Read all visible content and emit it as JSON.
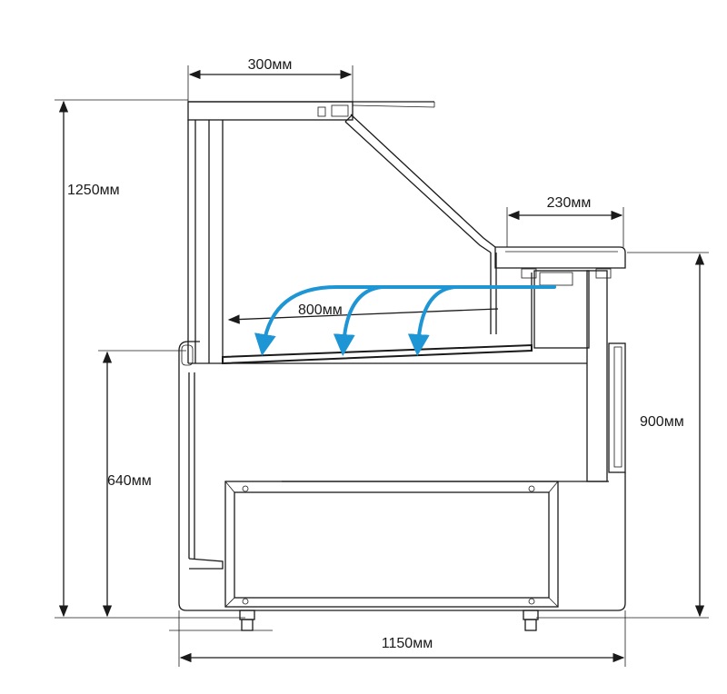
{
  "dimensions": {
    "top_shelf_depth": "300мм",
    "counter_depth": "230мм",
    "total_height": "1250мм",
    "display_depth": "800мм",
    "counter_height": "900мм",
    "display_floor_height": "640мм",
    "total_depth": "1150мм"
  },
  "colors": {
    "airflow": "#1e95d4",
    "line": "#1a1a1a"
  }
}
